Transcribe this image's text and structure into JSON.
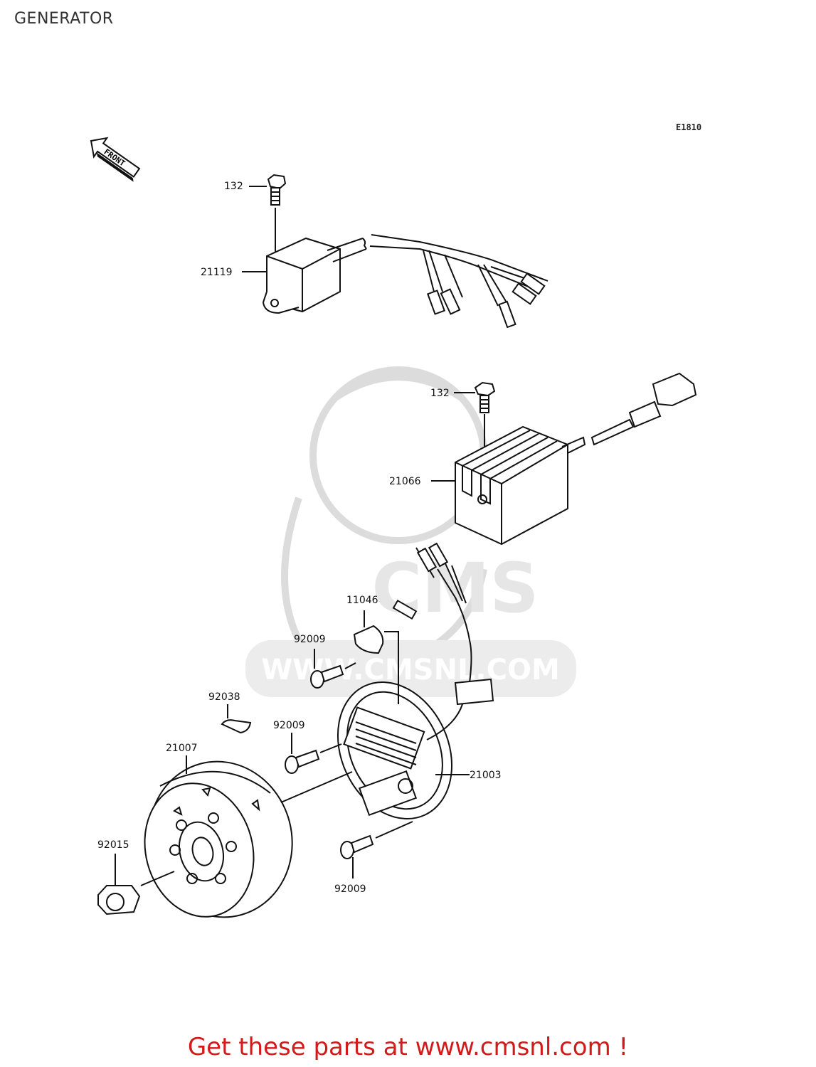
{
  "page": {
    "title": "GENERATOR",
    "diagram_code": "E1810",
    "front_marker": "FRONT"
  },
  "parts": {
    "bolt_cdi": "132",
    "cdi_unit": "21119",
    "bolt_regulator": "132",
    "regulator": "21066",
    "clamp": "11046",
    "screw_clamp": "92009",
    "key": "92038",
    "screw_stator": "92009",
    "flywheel": "21007",
    "stator": "21003",
    "nut": "92015",
    "screw_bottom": "92009"
  },
  "watermark": {
    "logo_text": "CMS",
    "url_text": "WWW.CMSNL.COM"
  },
  "footer": {
    "link_text": "Get these parts at www.cmsnl.com !"
  },
  "colors": {
    "footer_red": "#d11a1a",
    "line": "#111111",
    "watermark": "#dcdcdc"
  }
}
